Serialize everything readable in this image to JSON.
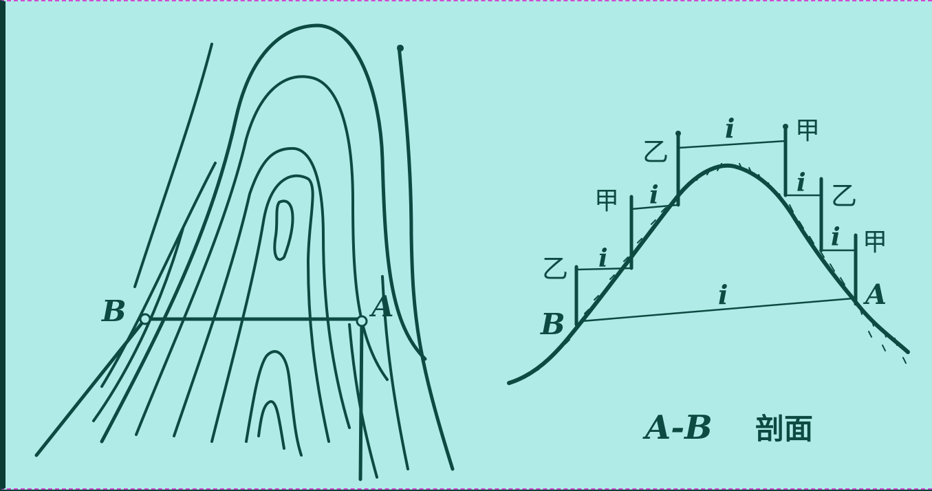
{
  "colors": {
    "background": "#b1ebe8",
    "ink": "#0c4a42",
    "frame": "#0b3d35"
  },
  "contour_map": {
    "point_b": "B",
    "point_a": "A"
  },
  "profile": {
    "staff_1_label": "乙",
    "staff_2_label": "甲",
    "staff_3_label": "乙",
    "staff_4_label": "甲",
    "staff_5_label": "乙",
    "staff_6_label": "甲",
    "interval_symbol": "i",
    "point_b": "B",
    "point_a": "A",
    "caption_points": "A-B",
    "caption_text": "剖面"
  }
}
